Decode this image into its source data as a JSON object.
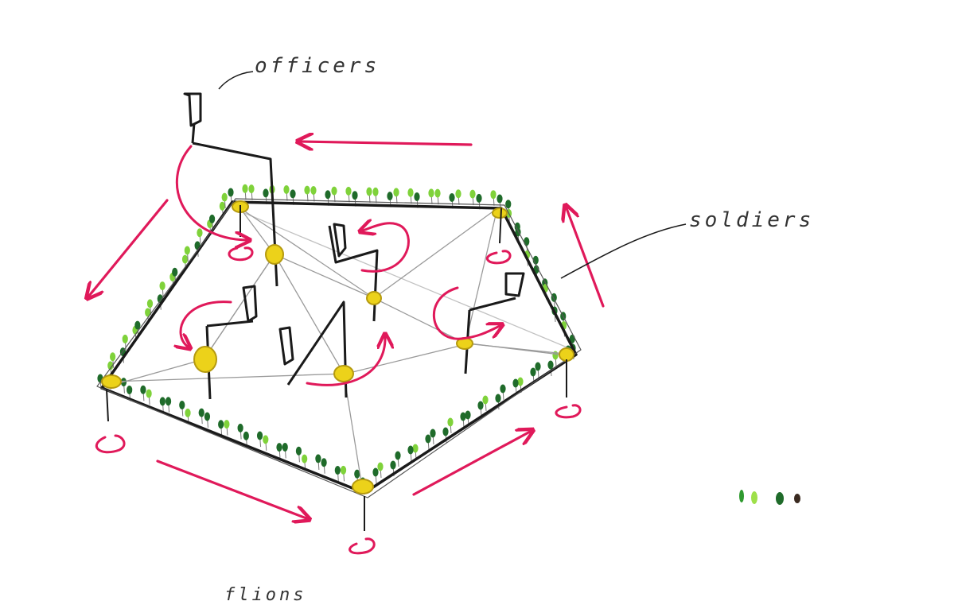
{
  "labels": {
    "officers": "officers",
    "soldiers": "soldiers",
    "bottom": "flions"
  },
  "colors": {
    "ink": "#1a1a1a",
    "pencil": "#9a9a9a",
    "arrow": "#e0195a",
    "gold": "#ecd21a",
    "gold_edge": "#b59a10",
    "leaf_light": "#7fd23a",
    "leaf_dark": "#1f6b2a"
  },
  "icons": [
    "officer-flag-icon",
    "rotation-arrow-icon",
    "direction-arrow-icon",
    "soldier-dot-icon"
  ]
}
